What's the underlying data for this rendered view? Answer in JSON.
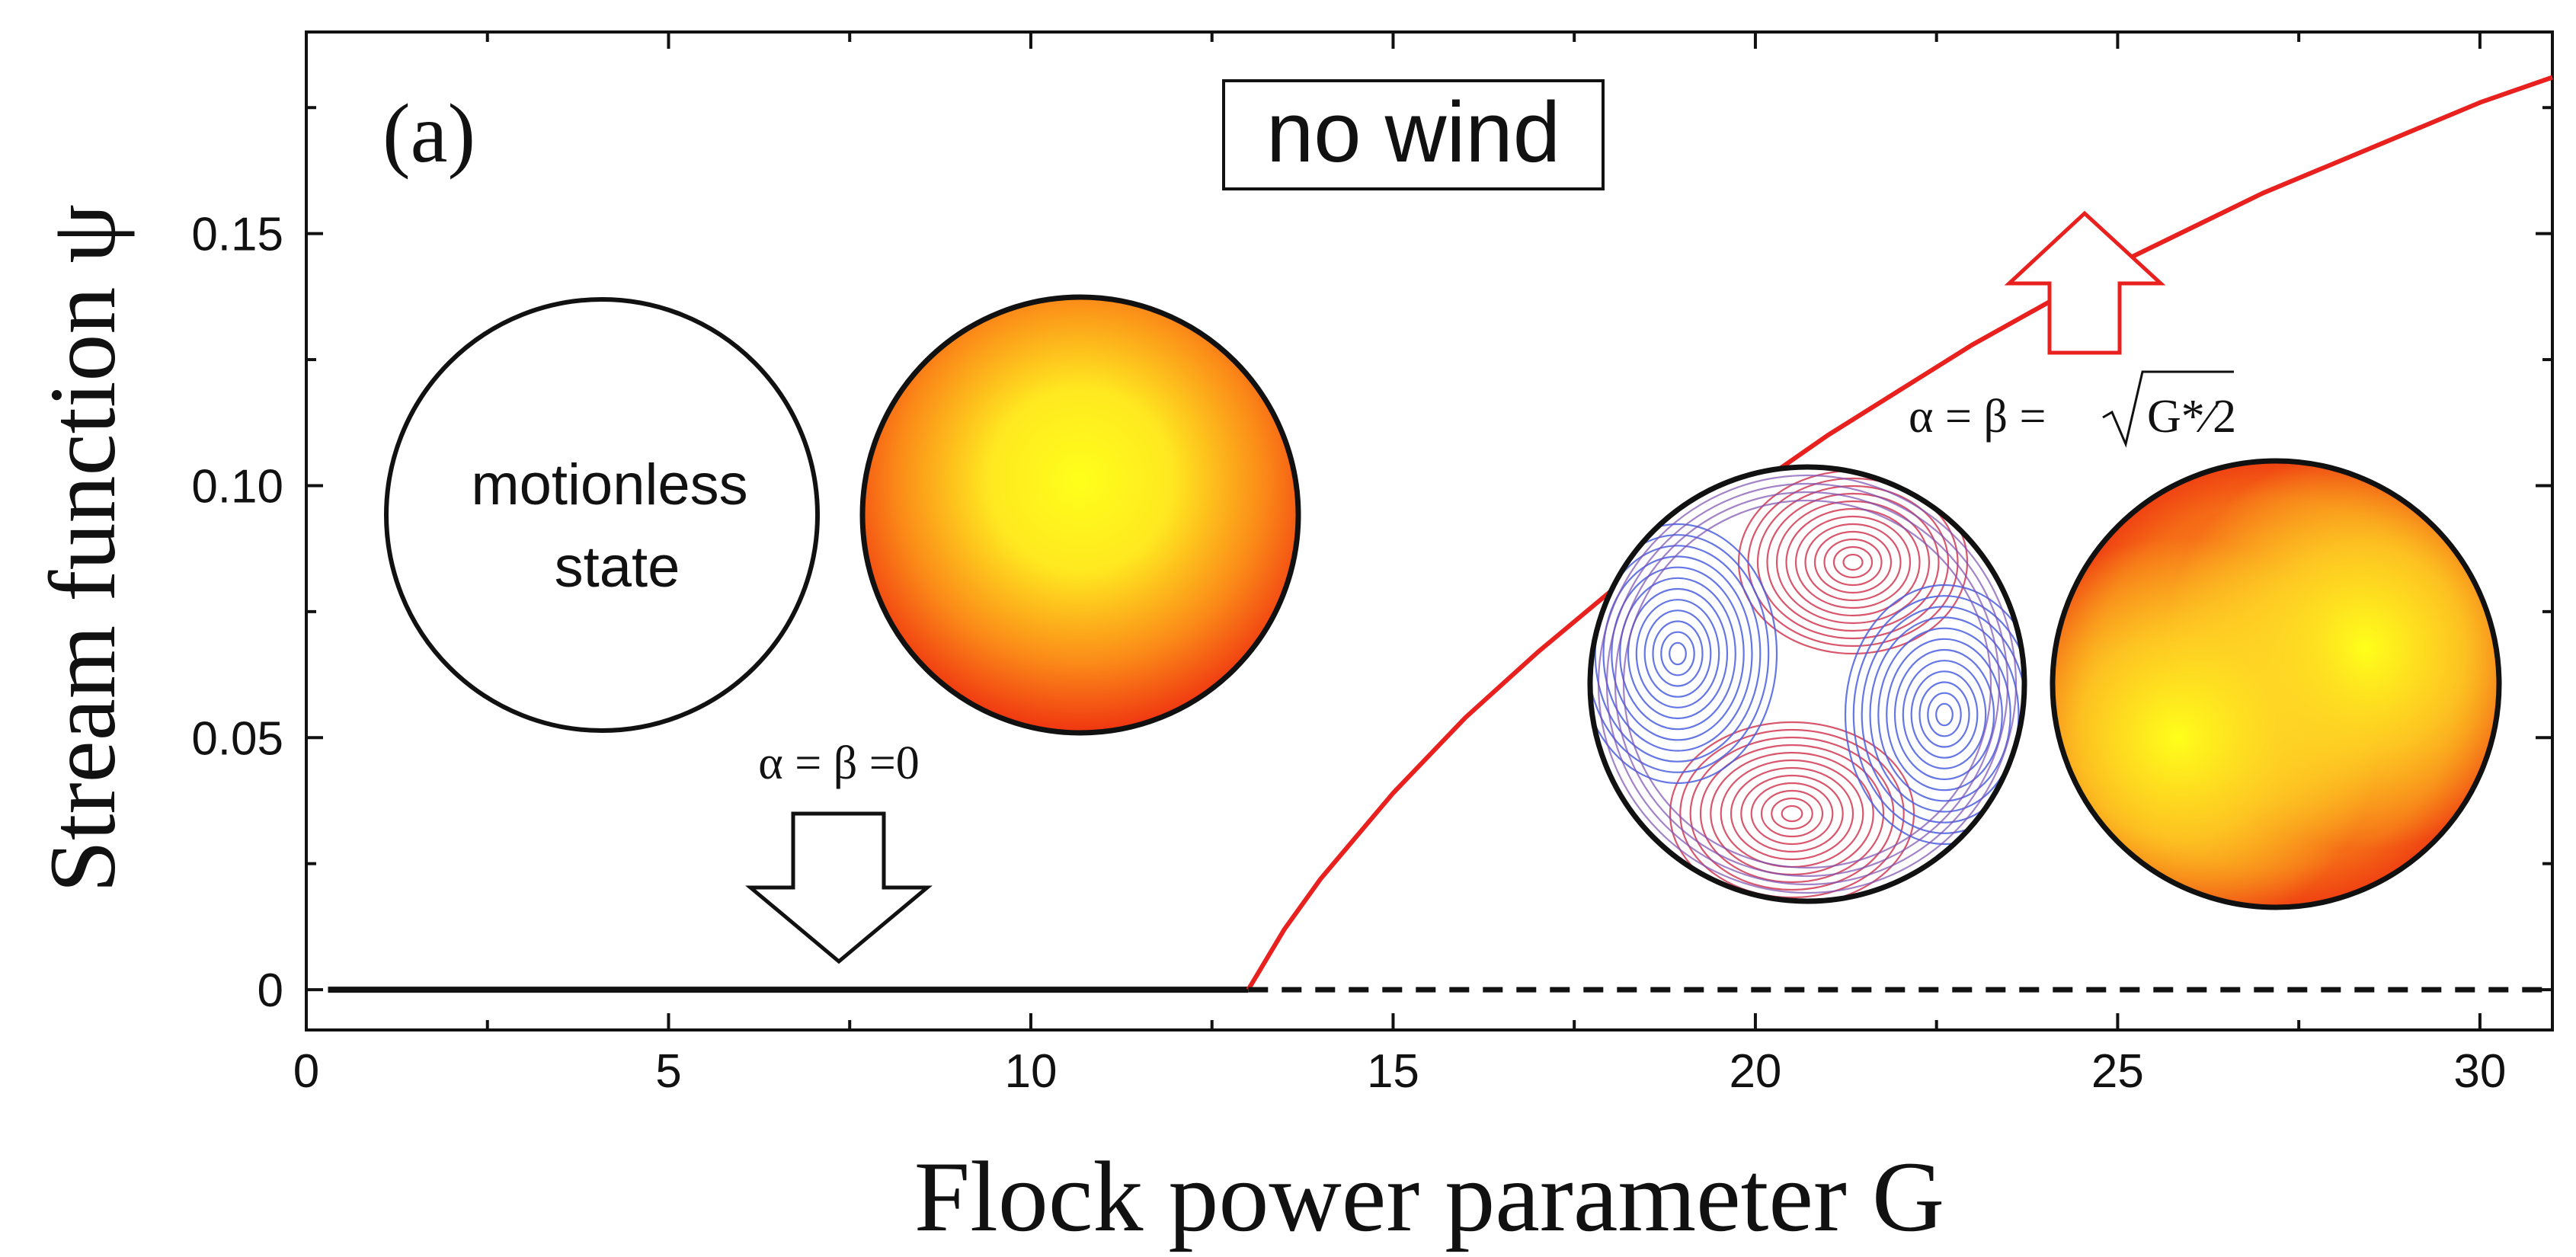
{
  "chart_data": {
    "type": "line",
    "panel_label": "(a)",
    "title": "no wind",
    "xlabel": "Flock power parameter G",
    "ylabel": "Stream function ψ",
    "xlim": [
      0,
      31
    ],
    "ylim": [
      -0.008,
      0.19
    ],
    "xticks": [
      0,
      5,
      10,
      15,
      20,
      25,
      30
    ],
    "xtick_labels": [
      "0",
      "5",
      "10",
      "15",
      "20",
      "25",
      "30"
    ],
    "yticks": [
      0,
      0.05,
      0.1,
      0.15
    ],
    "ytick_labels": [
      "0",
      "0.05",
      "0.10",
      "0.15"
    ],
    "grid": false,
    "critical_G": 13.0,
    "series": [
      {
        "style": "solid",
        "color": "#111111",
        "x": [
          0.3,
          13.0
        ],
        "y": [
          0,
          0
        ]
      },
      {
        "style": "solid",
        "color": "#e8201e",
        "x": [
          13.0,
          13.5,
          14,
          15,
          16,
          17,
          18,
          19,
          20,
          21,
          22,
          23,
          24,
          25,
          26,
          27,
          28,
          29,
          30,
          31
        ],
        "y": [
          0.0,
          0.012,
          0.022,
          0.039,
          0.054,
          0.067,
          0.079,
          0.09,
          0.1,
          0.11,
          0.119,
          0.128,
          0.136,
          0.144,
          0.151,
          0.158,
          0.164,
          0.17,
          0.176,
          0.181
        ]
      },
      {
        "style": "dashed",
        "color": "#111111",
        "x": [
          13.0,
          31
        ],
        "y": [
          0,
          0
        ]
      }
    ],
    "annotations": {
      "motionless_state": "motionless state",
      "motionless_line1": "motionless",
      "motionless_line2": "state",
      "alpha_beta_zero": "α = β =0",
      "alpha_beta_root_prefix": "α = β = ",
      "alpha_beta_root_radicand": "G*⁄2"
    }
  },
  "colors": {
    "axis": "#111111",
    "curve_active": "#e8201e",
    "arrow_red": "#e8201e",
    "heat_center": "#ffff1a",
    "heat_edge": "#ee2a10",
    "contour_blue": "#4a5ee0",
    "contour_red": "#d23a54"
  }
}
